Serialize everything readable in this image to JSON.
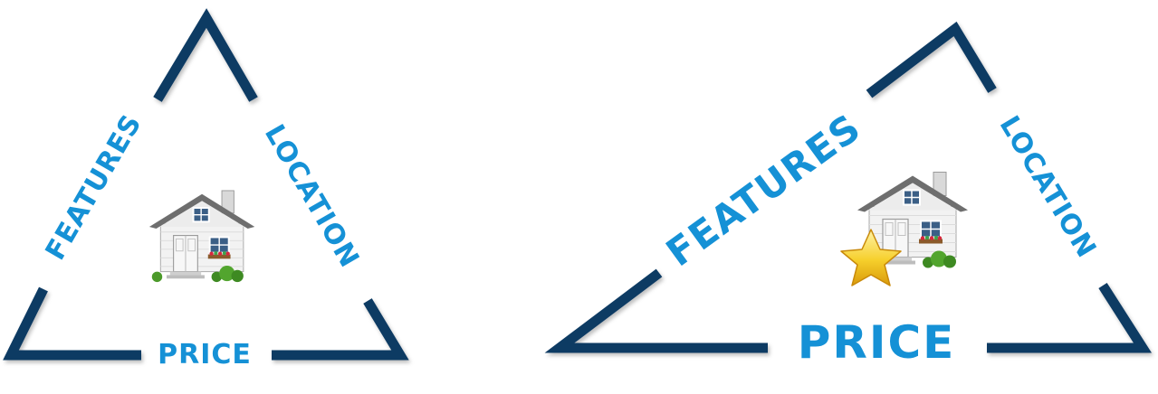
{
  "diagrams": [
    {
      "features_label": "FEATURES",
      "location_label": "LOCATION",
      "price_label": "PRICE",
      "house_icon": "house-icon",
      "has_star": false
    },
    {
      "features_label": "FEATURES",
      "location_label": "LOCATION",
      "price_label": "PRICE",
      "house_icon": "house-icon",
      "star_icon": "star-icon",
      "has_star": true
    }
  ],
  "colors": {
    "frame": "#0d3a63",
    "label": "#1591d6",
    "star": "#f3c623"
  }
}
